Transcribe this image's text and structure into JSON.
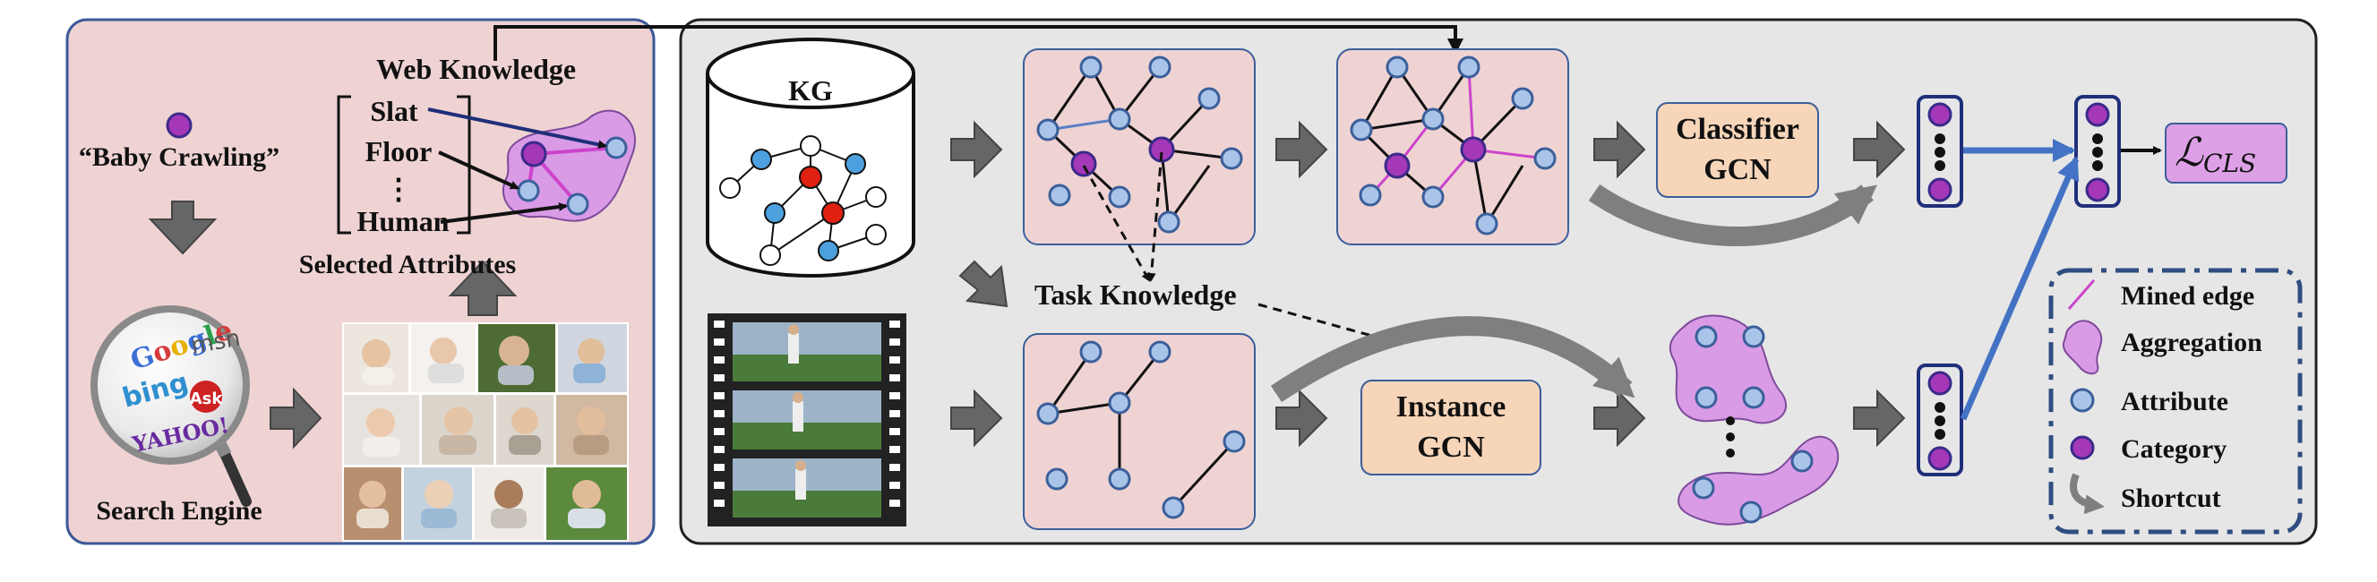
{
  "left_panel": {
    "query_label": "“Baby Crawling”",
    "web_knowledge_label": "Web Knowledge",
    "attributes": [
      "Slat",
      "Floor",
      "⋮",
      "Human"
    ],
    "selected_attributes_label": "Selected Attributes",
    "search_engine_label": "Search Engine",
    "engine_logos": [
      "Google",
      "msn",
      "bing",
      "Ask",
      "YAHOO!"
    ]
  },
  "right_panel": {
    "kg_label": "KG",
    "task_knowledge_label": "Task Knowledge",
    "classifier_gcn_label": [
      "Classifier",
      "GCN"
    ],
    "instance_gcn_label": [
      "Instance",
      "GCN"
    ],
    "loss_main": "ℒ",
    "loss_sub": "CLS"
  },
  "legend": {
    "items": [
      {
        "label": "Mined edge",
        "icon": "mined-edge"
      },
      {
        "label": "Aggregation",
        "icon": "aggregation-blob"
      },
      {
        "label": "Attribute",
        "icon": "attribute-node"
      },
      {
        "label": "Category",
        "icon": "category-node"
      },
      {
        "label": "Shortcut",
        "icon": "shortcut-arrow"
      }
    ]
  },
  "colors": {
    "left_bg": "#efd3d3",
    "right_bg": "#e6e6e6",
    "panel_border_left": "#3b5998",
    "panel_border_right": "#222222",
    "attribute_node": "#a9c4e8",
    "attribute_border": "#3b5f9a",
    "category_node": "#a438b8",
    "mined_edge": "#cc44cc",
    "gcn_box": "#f6d5b9",
    "loss_box": "#dda0e6",
    "blob": "#d99be6",
    "blue_arrow": "#4472c4",
    "gray_arrow": "#7f7f7f",
    "kg_red": "#e02010",
    "kg_blue": "#4da0de"
  }
}
